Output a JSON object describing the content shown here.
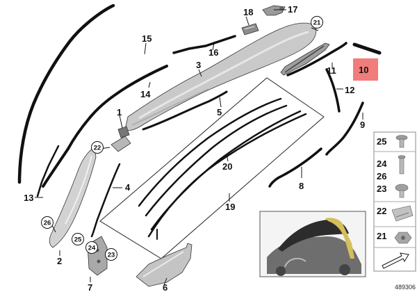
{
  "diagram": {
    "highlight_color": "#f07c7c",
    "highlighted_label": "10",
    "part_labels": {
      "p1": "1",
      "p2": "2",
      "p3": "3",
      "p4": "4",
      "p5": "5",
      "p6": "6",
      "p7": "7",
      "p8": "8",
      "p9": "9",
      "p10": "10",
      "p11": "11",
      "p12": "12",
      "p13": "13",
      "p14": "14",
      "p15": "15",
      "p16": "16",
      "p17": "17",
      "p18": "18",
      "p19": "19",
      "p20": "20"
    },
    "circled_labels": {
      "c21": "21",
      "c22": "22",
      "c23": "23",
      "c24": "24",
      "c25": "25",
      "c26": "26"
    },
    "fastener_panel": [
      {
        "label": "25",
        "icon": "screw-icon"
      },
      {
        "label": "24",
        "icon": "pin-icon"
      },
      {
        "label": "26",
        "icon": "pin-icon"
      },
      {
        "label": "23",
        "icon": "screw-head-icon"
      },
      {
        "label": "22",
        "icon": "clip-icon"
      },
      {
        "label": "21",
        "icon": "nut-icon"
      }
    ],
    "reference_number": "489306"
  }
}
